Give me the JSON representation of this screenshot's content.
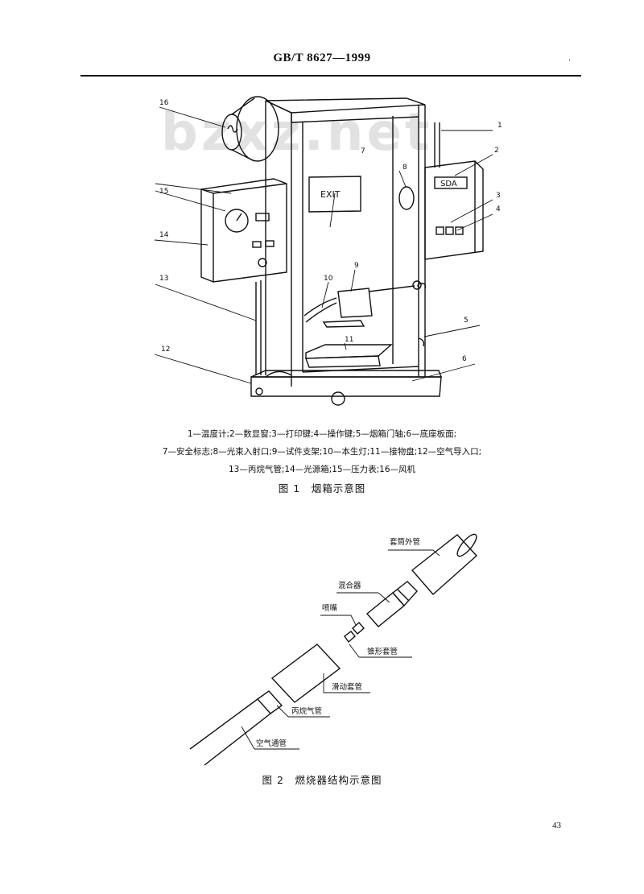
{
  "header": {
    "standard_code": "GB/T 8627—1999",
    "tick": "'"
  },
  "watermark": "bzxz.net",
  "figure1": {
    "labels": [
      "1",
      "2",
      "3",
      "4",
      "5",
      "6",
      "7",
      "8",
      "9",
      "10",
      "11",
      "12",
      "13",
      "14",
      "15",
      "16"
    ],
    "exit_sign": "EXIT",
    "display_text": "SDA",
    "caption_lines": [
      "1—温度计;2—数显窗;3—打印键;4—操作键;5—烟箱门轴;6—底座板面;",
      "7—安全标志;8—光束入射口;9—试件支架;10—本生灯;11—接物盘;12—空气导入口;",
      "13—丙烷气管;14—光源箱;15—压力表;16—风机"
    ],
    "title": "图 1　烟箱示意图"
  },
  "figure2": {
    "labels": {
      "outer_sleeve": "套筒外管",
      "mixer": "混合器",
      "nozzle": "喷嘴",
      "cone_sleeve": "锥形套管",
      "sliding_sleeve": "滑动套管",
      "propane_pipe": "丙烷气管",
      "air_pipe": "空气通管"
    },
    "title": "图 2　燃烧器结构示意图"
  },
  "page_number": "43"
}
